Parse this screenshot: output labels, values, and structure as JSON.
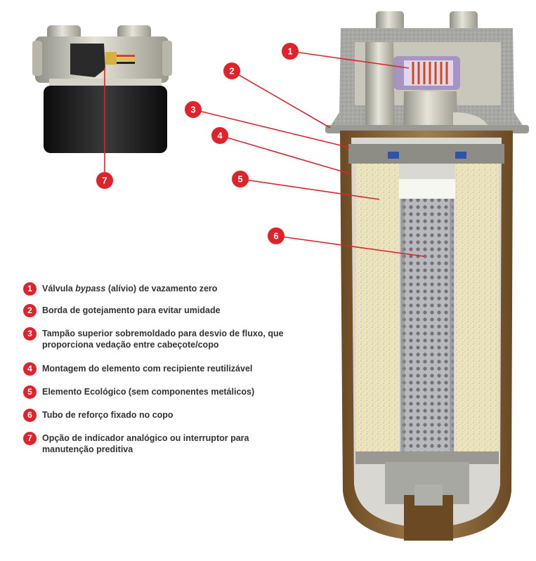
{
  "accent_color": "#e0222b",
  "callouts": [
    "1",
    "2",
    "3",
    "4",
    "5",
    "6",
    "7"
  ],
  "legend": [
    {
      "num": "1",
      "pre": "Válvula ",
      "em": "bypass",
      "post": " (alívio) de vazamento zero"
    },
    {
      "num": "2",
      "text": "Borda de gotejamento para evitar umidade"
    },
    {
      "num": "3",
      "text": "Tampão superior sobremoldado para desvio de fluxo, que proporciona vedação entre cabeçote/copo"
    },
    {
      "num": "4",
      "text": "Montagem do elemento com recipiente reutilizável"
    },
    {
      "num": "5",
      "text": "Elemento Ecológico (sem componentes metálicos)"
    },
    {
      "num": "6",
      "text": "Tubo de reforço fixado no copo"
    },
    {
      "num": "7",
      "text": "Opção de indicador analógico ou interruptor para manutenção preditiva"
    }
  ]
}
